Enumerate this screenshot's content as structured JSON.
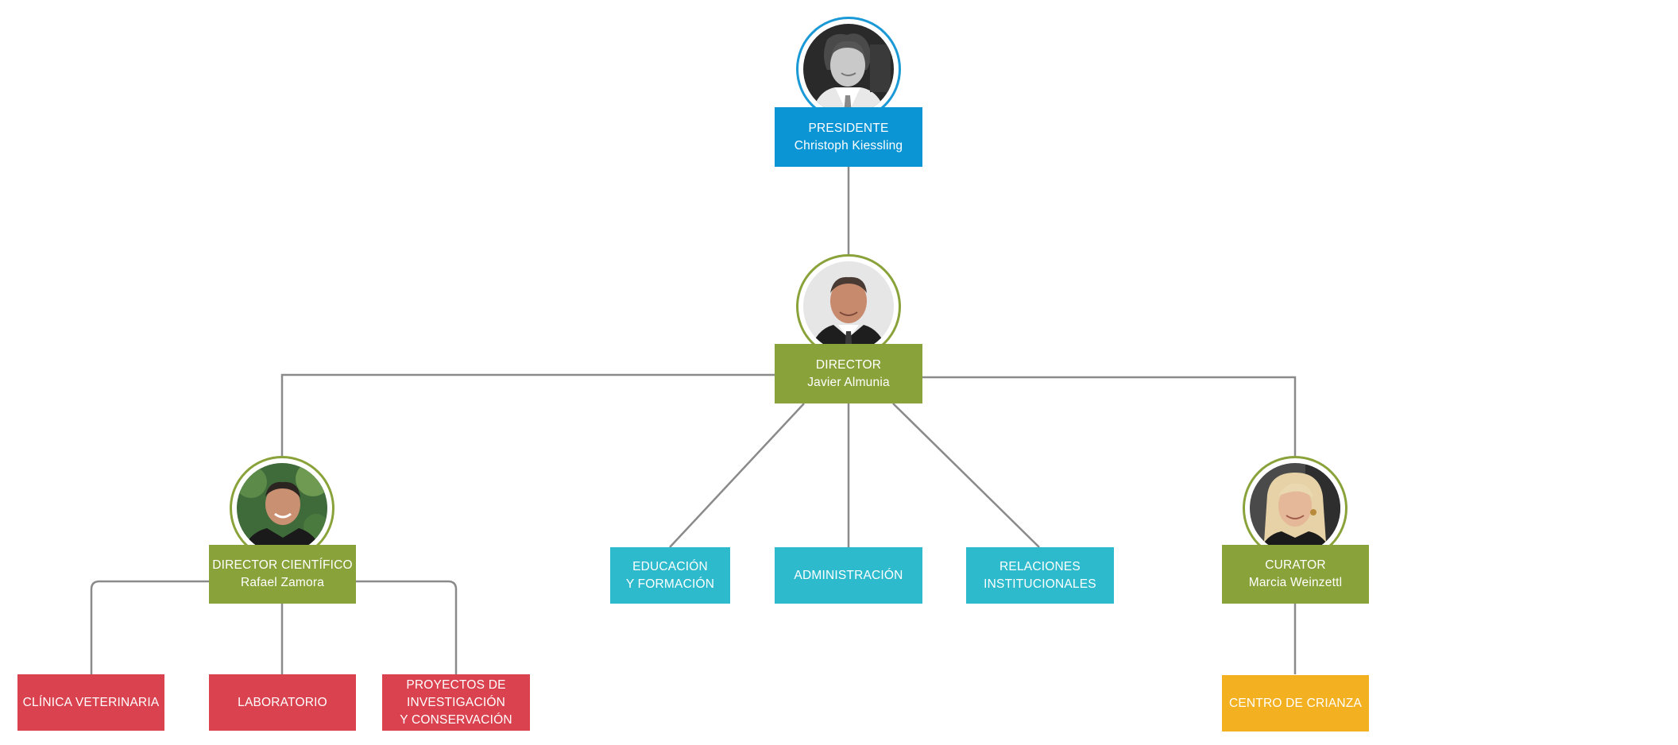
{
  "colors": {
    "president": "#0b95d4",
    "director": "#8aa23a",
    "department": "#2ebacd",
    "science_unit": "#d9424e",
    "breeding_unit": "#f3b020",
    "connector": "#8a8a8a"
  },
  "president": {
    "title": "PRESIDENTE",
    "name": "Christoph Kiessling",
    "photo": "portrait-photo-man-grayscale"
  },
  "director": {
    "title": "DIRECTOR",
    "name": "Javier Almunia",
    "photo": "portrait-photo-man-suit"
  },
  "science_director": {
    "title": "DIRECTOR CIENTÍFICO",
    "name": "Rafael Zamora",
    "photo": "portrait-photo-man-outdoor"
  },
  "curator": {
    "title": "CURATOR",
    "name": "Marcia Weinzettl",
    "photo": "portrait-photo-woman-blonde"
  },
  "departments": {
    "education": "EDUCACIÓN\nY FORMACIÓN",
    "administration": "ADMINISTRACIÓN",
    "relations": "RELACIONES\nINSTITUCIONALES"
  },
  "science_units": {
    "clinic": "CLÍNICA VETERINARIA",
    "lab": "LABORATORIO",
    "projects": "PROYECTOS DE\nINVESTIGACIÓN\nY CONSERVACIÓN"
  },
  "breeding_center": "CENTRO DE CRIANZA"
}
